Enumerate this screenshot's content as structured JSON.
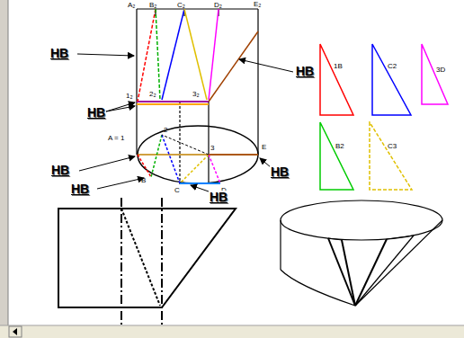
{
  "diagram": {
    "nodes": [
      {
        "text": [
          "1B"
        ]
      },
      {
        "text": [
          "C2"
        ]
      },
      {
        "text": [
          "3D"
        ]
      },
      {
        "text": [
          "B2"
        ]
      },
      {
        "text": [
          "C3"
        ]
      }
    ],
    "labels": [
      "A₂",
      "B₂",
      "C₂",
      "D₂",
      "E₂",
      "HB",
      "HB",
      "HB",
      "1₂",
      "2₂",
      "3₂",
      "A = 1",
      "2",
      "3",
      "HB",
      "HB",
      "B",
      "C",
      "D",
      "E",
      "HB",
      "HB"
    ]
  }
}
